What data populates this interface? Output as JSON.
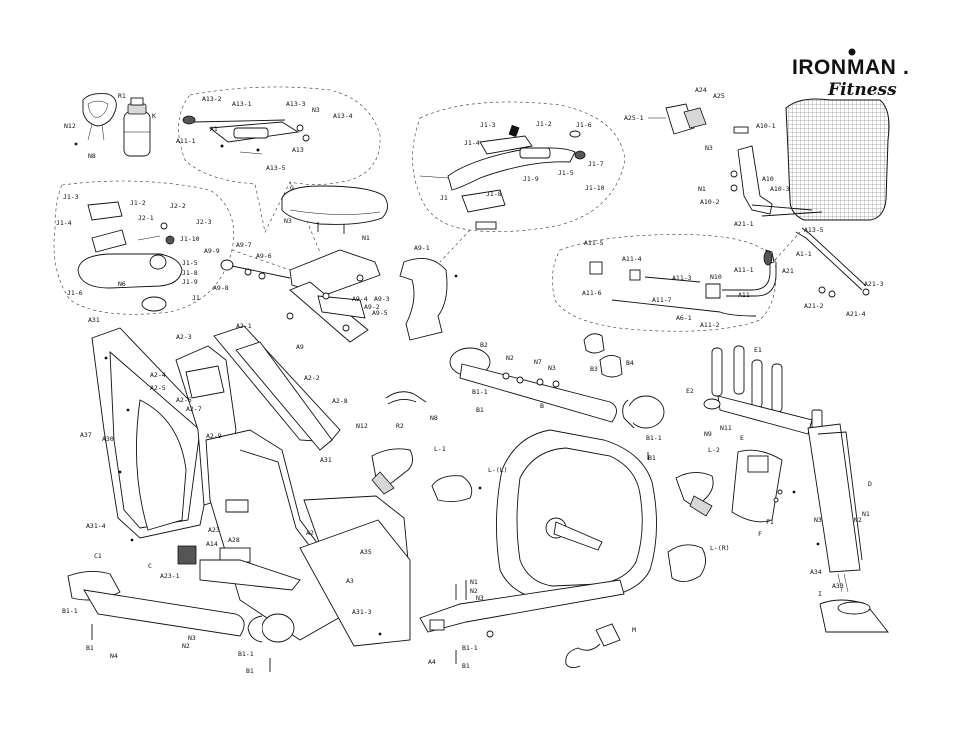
{
  "brand": {
    "name_a": "IRON",
    "name_b": "MAN",
    "mark": ".",
    "tagline": "Fitness"
  },
  "labels": [
    "R1",
    "K",
    "N12",
    "N8",
    "A13-2",
    "A13-1",
    "A13-3",
    "N3",
    "A13-4",
    "A1",
    "A11-1",
    "A13",
    "A13-5",
    "J1-3",
    "J1-2",
    "J1-6",
    "J1-4",
    "J1-7",
    "J1-5",
    "J1-9",
    "J1-8",
    "J1-10",
    "J1",
    "A24",
    "A25",
    "A25-1",
    "A10-1",
    "N3",
    "A10",
    "N1",
    "A10-3",
    "A10-2",
    "A21-1",
    "A13-5",
    "A21",
    "A1-1",
    "A21-3",
    "A21-2",
    "A21-4",
    "J1-3",
    "J1-2",
    "J2-2",
    "J2-1",
    "J2-3",
    "J1-4",
    "J1-10",
    "J1-5",
    "J1-8",
    "J1-9",
    "N6",
    "J1-6",
    "J1",
    "G",
    "N3",
    "N1",
    "A9-7",
    "A9-9",
    "A9-6",
    "A9-8",
    "A9-1",
    "A9-4",
    "A9-3",
    "A9-2",
    "A9-5",
    "A9",
    "A11-5",
    "A11-4",
    "A11-6",
    "A11-3",
    "A11-7",
    "N10",
    "A11",
    "A11-1",
    "A6-1",
    "A11-2",
    "A31",
    "A2-3",
    "A2-1",
    "A2-4",
    "A2-5",
    "A2-6",
    "A2-7",
    "A2-2",
    "A2-8",
    "A2-9",
    "A37",
    "A30",
    "A31",
    "B2",
    "N2",
    "N7",
    "N3",
    "B4",
    "B3",
    "B1-1",
    "B1",
    "B",
    "B1-1",
    "B1",
    "N12",
    "N8",
    "R2",
    "L-1",
    "L-(L)",
    "L-2",
    "L-(R)",
    "E1",
    "E2",
    "N9",
    "N11",
    "E",
    "D",
    "N3",
    "N2",
    "N1",
    "A34",
    "A33",
    "F1",
    "F",
    "I",
    "A31-4",
    "A23",
    "A23-1",
    "A14",
    "A28",
    "A2",
    "A35",
    "A3",
    "A31-3",
    "C1",
    "C",
    "B1-1",
    "B1",
    "N4",
    "N2",
    "N3",
    "B1-1",
    "B1",
    "N1",
    "N2",
    "N3",
    "A4",
    "B1-1",
    "B1",
    "M"
  ]
}
